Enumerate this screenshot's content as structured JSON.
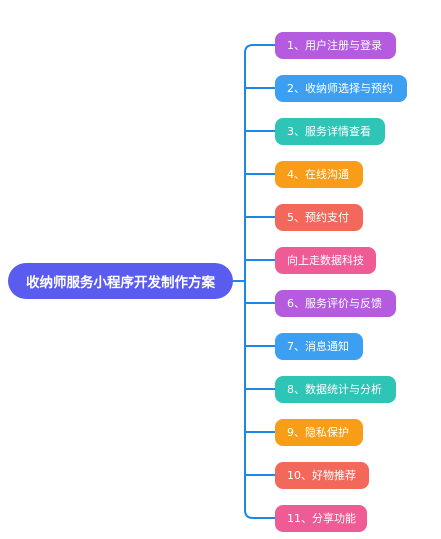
{
  "root": {
    "label": "收纳师服务小程序开发制作方案",
    "color": "#5a5cf0"
  },
  "line_color": "#1e88e5",
  "branches": [
    {
      "label": "1、用户注册与登录",
      "color": "#b45be0"
    },
    {
      "label": "2、收纳师选择与预约",
      "color": "#3d9ff2"
    },
    {
      "label": "3、服务详情查看",
      "color": "#2ec4b6"
    },
    {
      "label": "4、在线沟通",
      "color": "#f89d18"
    },
    {
      "label": "5、预约支付",
      "color": "#f2695c"
    },
    {
      "label": "向上走数据科技",
      "color": "#ef5c95"
    },
    {
      "label": "6、服务评价与反馈",
      "color": "#b45be0"
    },
    {
      "label": "7、消息通知",
      "color": "#3d9ff2"
    },
    {
      "label": "8、数据统计与分析",
      "color": "#2ec4b6"
    },
    {
      "label": "9、隐私保护",
      "color": "#f89d18"
    },
    {
      "label": "10、好物推荐",
      "color": "#f2695c"
    },
    {
      "label": "11、分享功能",
      "color": "#ef5c95"
    }
  ]
}
